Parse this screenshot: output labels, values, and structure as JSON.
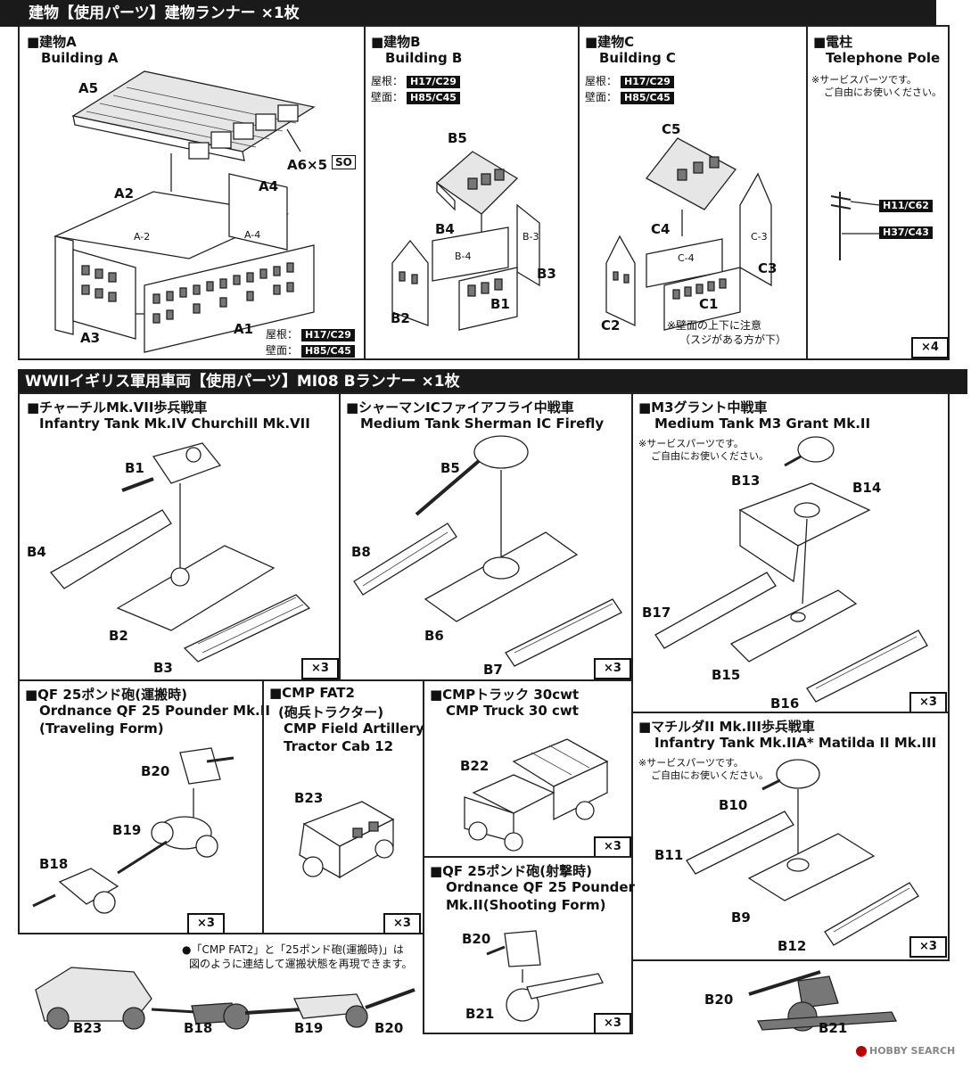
{
  "section1": {
    "title": "建物【使用パーツ】建物ランナー ×1枚",
    "building_a": {
      "title_jp": "■建物A",
      "title_en": "Building A",
      "labels": {
        "a5": "A5",
        "a6": "A6×5",
        "so": "SO",
        "a2": "A2",
        "a4": "A4",
        "a3": "A3",
        "a1": "A1"
      },
      "roof_label": "屋根：",
      "roof_code": "H17/C29",
      "wall_label": "壁面：",
      "wall_code": "H85/C45",
      "a2_mark": "A-2",
      "a4_mark": "A-4"
    },
    "building_b": {
      "title_jp": "■建物B",
      "title_en": "Building B",
      "roof_label": "屋根：",
      "roof_code": "H17/C29",
      "wall_label": "壁面：",
      "wall_code": "H85/C45",
      "labels": {
        "b5": "B5",
        "b4": "B4",
        "b3": "B3",
        "b2": "B2",
        "b1": "B1"
      },
      "b3_mark": "B-3",
      "b4_mark": "B-4"
    },
    "building_c": {
      "title_jp": "■建物C",
      "title_en": "Building C",
      "roof_label": "屋根：",
      "roof_code": "H17/C29",
      "wall_label": "壁面：",
      "wall_code": "H85/C45",
      "labels": {
        "c5": "C5",
        "c4": "C4",
        "c3": "C3",
        "c2": "C2",
        "c1": "C1"
      },
      "c3_mark": "C-3",
      "c4_mark": "C-4",
      "note1": "※壁面の上下に注意",
      "note2": "（スジがある方が下）"
    },
    "pole": {
      "title_jp": "■電柱",
      "title_en": "Telephone Pole",
      "note1": "※サービスパーツです。",
      "note2": "ご自由にお使いください。",
      "code1": "H11/C62",
      "code2": "H37/C43",
      "count": "×4"
    }
  },
  "section2": {
    "title": "WWIIイギリス軍用車両【使用パーツ】MI08 Bランナー ×1枚",
    "churchill": {
      "title_jp": "■チャーチルMk.VII歩兵戦車",
      "title_en": "Infantry Tank Mk.IV Churchill Mk.VII",
      "labels": {
        "b1": "B1",
        "b4": "B4",
        "b2": "B2",
        "b3": "B3"
      },
      "count": "×3"
    },
    "sherman": {
      "title_jp": "■シャーマンICファイアフライ中戦車",
      "title_en": "Medium Tank Sherman IC Firefly",
      "labels": {
        "b5": "B5",
        "b8": "B8",
        "b6": "B6",
        "b7": "B7"
      },
      "count": "×3"
    },
    "grant": {
      "title_jp": "■M3グラント中戦車",
      "title_en": "Medium Tank M3 Grant Mk.II",
      "note1": "※サービスパーツです。",
      "note2": "ご自由にお使いください。",
      "labels": {
        "b13": "B13",
        "b14": "B14",
        "b17": "B17",
        "b15": "B15",
        "b16": "B16"
      },
      "count": "×3"
    },
    "qf_travel": {
      "title_jp": "■QF 25ポンド砲(運搬時)",
      "title_en1": "Ordnance QF 25 Pounder Mk.II",
      "title_en2": "(Traveling Form)",
      "labels": {
        "b20": "B20",
        "b19": "B19",
        "b18": "B18"
      },
      "count": "×3"
    },
    "cmp_fat2": {
      "title_jp": "■CMP FAT2",
      "title_jp2": "(砲兵トラクター)",
      "title_en1": "CMP Field Artillery",
      "title_en2": "Tractor Cab 12",
      "labels": {
        "b23": "B23"
      },
      "count": "×3"
    },
    "cmp_truck": {
      "title_jp": "■CMPトラック 30cwt",
      "title_en": "CMP Truck 30 cwt",
      "labels": {
        "b22": "B22"
      },
      "count": "×3"
    },
    "matilda": {
      "title_jp": "■マチルダII Mk.III歩兵戦車",
      "title_en": "Infantry Tank Mk.IIA* Matilda II Mk.III",
      "note1": "※サービスパーツです。",
      "note2": "ご自由にお使いください。",
      "labels": {
        "b10": "B10",
        "b11": "B11",
        "b9": "B9",
        "b12": "B12"
      },
      "count": "×3"
    },
    "qf_shoot": {
      "title_jp": "■QF 25ポンド砲(射撃時)",
      "title_en1": "Ordnance QF 25 Pounder",
      "title_en2": "Mk.II(Shooting Form)",
      "labels": {
        "b20": "B20",
        "b21": "B21"
      },
      "count": "×3"
    },
    "combo": {
      "note1": "●「CMP FAT2」と「25ポンド砲(運搬時)」は",
      "note2": "図のように連結して運搬状態を再現できます。",
      "labels": {
        "b23": "B23",
        "b18": "B18",
        "b19": "B19",
        "b20": "B20"
      }
    },
    "gun_bottom": {
      "labels": {
        "b20": "B20",
        "b21": "B21"
      }
    },
    "watermark": "HOBBY SEARCH"
  }
}
